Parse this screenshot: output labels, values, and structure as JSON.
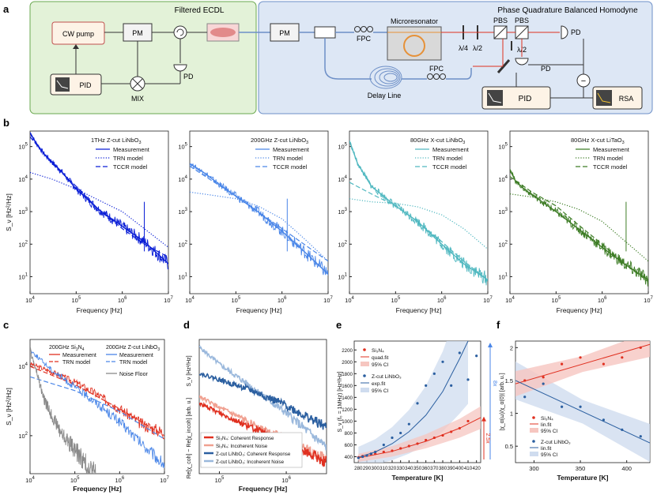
{
  "panel_labels": {
    "a": "a",
    "b": "b",
    "c": "c",
    "d": "d",
    "e": "e",
    "f": "f"
  },
  "schematic": {
    "left_box_title": "Filtered ECDL",
    "right_box_title": "Phase Quadrature Balanced Homodyne",
    "cw_pump": "CW pump",
    "pm1": "PM",
    "pm2": "PM",
    "pid1": "PID",
    "pid2": "PID",
    "mix": "MIX",
    "pd1": "PD",
    "pd2": "PD",
    "pd3": "PD",
    "fpc1": "FPC",
    "fpc2": "FPC",
    "microresonator": "Microresonator",
    "delay_line": "Delay Line",
    "qwp": "λ/4",
    "hwp1": "λ/2",
    "hwp2": "λ/2",
    "pbs1": "PBS",
    "pbs2": "PBS",
    "rsa": "RSA",
    "minus": "−"
  },
  "chart_data": [
    {
      "id": "b1",
      "type": "line",
      "title": "1THz Z-cut LiNbO",
      "title_sub": "3",
      "xlabel": "Frequency [Hz]",
      "ylabel": "S_ν [Hz²/Hz]",
      "xscale": "log",
      "yscale": "log",
      "xlim": [
        10000.0,
        10000000.0
      ],
      "ylim": [
        3,
        300000.0
      ],
      "xticks": [
        10000.0,
        100000.0,
        1000000.0,
        10000000.0
      ],
      "yticks": [
        10.0,
        100.0,
        1000.0,
        10000.0,
        100000.0
      ],
      "legend": [
        "Measurement",
        "TRN model",
        "TCCR model"
      ],
      "color": "#0b1fd6",
      "series": [
        {
          "name": "Measurement",
          "style": "solid",
          "x": [
            10000.0,
            13000.0,
            20000.0,
            50000.0,
            100000.0,
            300000.0,
            1000000.0,
            3000000.0,
            10000000.0
          ],
          "y": [
            270000.0,
            140000.0,
            60000.0,
            16000.0,
            5000.0,
            1200.0,
            350.0,
            120.0,
            25
          ]
        },
        {
          "name": "TRN model",
          "style": "dotted",
          "x": [
            10000.0,
            30000.0,
            100000.0,
            300000.0,
            1000000.0,
            3000000.0,
            10000000.0
          ],
          "y": [
            16000.0,
            10000.0,
            5000.0,
            2300.0,
            1000.0,
            300.0,
            80
          ]
        },
        {
          "name": "TCCR model",
          "style": "dashed",
          "x": [
            10000.0,
            30000.0,
            100000.0,
            300000.0,
            1000000.0,
            3000000.0,
            10000000.0
          ],
          "y": [
            200000.0,
            30000.0,
            6000.0,
            1200.0,
            300.0,
            100.0,
            40
          ]
        }
      ],
      "spike_x": 3000000.0
    },
    {
      "id": "b2",
      "type": "line",
      "title": "200GHz Z-cut LiNbO",
      "title_sub": "3",
      "xscale": "log",
      "yscale": "log",
      "xlim": [
        10000.0,
        10000000.0
      ],
      "ylim": [
        3,
        300000.0
      ],
      "xticks": [
        10000.0,
        100000.0,
        1000000.0,
        10000000.0
      ],
      "yticks": [
        10.0,
        100.0,
        1000.0,
        10000.0,
        100000.0
      ],
      "xlabel": "Frequency [Hz]",
      "legend": [
        "Measurement",
        "TRN model",
        "TCCR model"
      ],
      "color": "#4a86e8",
      "series": [
        {
          "name": "Measurement",
          "style": "solid",
          "x": [
            10000.0,
            20000.0,
            50000.0,
            100000.0,
            300000.0,
            1000000.0,
            3000000.0,
            10000000.0
          ],
          "y": [
            30000.0,
            16000.0,
            6000.0,
            3000.0,
            1000.0,
            250.0,
            60,
            12
          ]
        },
        {
          "name": "TRN model",
          "style": "dotted",
          "x": [
            10000.0,
            30000.0,
            100000.0,
            300000.0,
            1000000.0,
            3000000.0,
            10000000.0
          ],
          "y": [
            4000.0,
            3200.0,
            2500.0,
            1500.0,
            600.0,
            150.0,
            30
          ]
        },
        {
          "name": "TCCR model",
          "style": "dashed",
          "x": [
            10000.0,
            30000.0,
            100000.0,
            300000.0,
            1000000.0,
            3000000.0,
            10000000.0
          ],
          "y": [
            25000.0,
            9000.0,
            3000.0,
            1000.0,
            300.0,
            100.0,
            30
          ]
        }
      ],
      "spike_x": 1300000.0
    },
    {
      "id": "b3",
      "type": "line",
      "title": "80GHz X-cut LiNbO",
      "title_sub": "3",
      "xscale": "log",
      "yscale": "log",
      "xlim": [
        10000.0,
        10000000.0
      ],
      "ylim": [
        3,
        300000.0
      ],
      "xticks": [
        10000.0,
        100000.0,
        1000000.0,
        10000000.0
      ],
      "yticks": [
        10.0,
        100.0,
        1000.0,
        10000.0,
        100000.0
      ],
      "xlabel": "Frequency [Hz]",
      "legend": [
        "Measurement",
        "TRN model",
        "TCCR model"
      ],
      "color": "#50b8c0",
      "series": [
        {
          "name": "Measurement",
          "style": "solid",
          "x": [
            10000.0,
            15000.0,
            30000.0,
            100000.0,
            300000.0,
            1000000.0,
            3000000.0,
            10000000.0
          ],
          "y": [
            150000.0,
            30000.0,
            6000.0,
            1500.0,
            500.0,
            100.0,
            25,
            8
          ]
        },
        {
          "name": "TRN model",
          "style": "dotted",
          "x": [
            10000.0,
            30000.0,
            100000.0,
            300000.0,
            1000000.0,
            3000000.0,
            10000000.0
          ],
          "y": [
            2500.0,
            2000.0,
            1800.0,
            1400.0,
            800.0,
            300.0,
            70
          ]
        },
        {
          "name": "TCCR model",
          "style": "dashed",
          "x": [
            10000.0,
            30000.0,
            100000.0,
            300000.0,
            1000000.0,
            3000000.0,
            10000000.0
          ],
          "y": [
            8000.0,
            3500.0,
            1500.0,
            500.0,
            120.0,
            30,
            8
          ]
        }
      ]
    },
    {
      "id": "b4",
      "type": "line",
      "title": "80GHz X-cut LiTaO",
      "title_sub": "3",
      "xscale": "log",
      "yscale": "log",
      "xlim": [
        10000.0,
        10000000.0
      ],
      "ylim": [
        3,
        300000.0
      ],
      "xticks": [
        10000.0,
        100000.0,
        1000000.0,
        10000000.0
      ],
      "yticks": [
        10.0,
        100.0,
        1000.0,
        10000.0,
        100000.0
      ],
      "xlabel": "Frequency [Hz]",
      "legend": [
        "Measurement",
        "TRN model",
        "TCCR model"
      ],
      "color": "#3e7d26",
      "series": [
        {
          "name": "Measurement",
          "style": "solid",
          "x": [
            10000.0,
            13000.0,
            20000.0,
            50000.0,
            100000.0,
            300000.0,
            1000000.0,
            3000000.0,
            10000000.0
          ],
          "y": [
            20000.0,
            9000.0,
            5000.0,
            2000.0,
            1000.0,
            300.0,
            80,
            25,
            8
          ]
        },
        {
          "name": "TRN model",
          "style": "dotted",
          "x": [
            10000.0,
            30000.0,
            100000.0,
            300000.0,
            1000000.0,
            3000000.0,
            10000000.0
          ],
          "y": [
            3500.0,
            2800.0,
            2000.0,
            1200.0,
            500.0,
            130.0,
            30
          ]
        },
        {
          "name": "TCCR model",
          "style": "dashed",
          "x": [
            10000.0,
            30000.0,
            100000.0,
            300000.0,
            1000000.0,
            3000000.0,
            10000000.0
          ],
          "y": [
            12000.0,
            4000.0,
            1500.0,
            400.0,
            100.0,
            25,
            7
          ]
        }
      ],
      "spike_x": 3300000.0
    },
    {
      "id": "c",
      "type": "line",
      "xlabel": "Frequency [Hz]",
      "ylabel": "S_ν [Hz²/Hz]",
      "xscale": "log",
      "yscale": "log",
      "xlim": [
        10000.0,
        10000000.0
      ],
      "ylim": [
        8,
        60000.0
      ],
      "xticks": [
        10000.0,
        100000.0,
        1000000.0,
        10000000.0
      ],
      "yticks": [
        100.0,
        10000.0
      ],
      "legend_groups": [
        {
          "title": "200GHz Si",
          "sub": "3",
          "title2": "N",
          "sub2": "4",
          "items": [
            "Measurement",
            "TRN model"
          ],
          "color": "#e03020"
        },
        {
          "title": "200GHz Z-cut LiNbO",
          "sub": "3",
          "items": [
            "Measurement",
            "TRN model"
          ],
          "color": "#4a86e8"
        }
      ],
      "noise_label": "Noise Floor",
      "series": [
        {
          "name": "Si3N4 Measurement",
          "style": "solid",
          "color": "#e03020",
          "x": [
            10000.0,
            30000.0,
            100000.0,
            300000.0,
            1000000.0,
            3000000.0,
            10000000.0
          ],
          "y": [
            12000.0,
            7000.0,
            3500.0,
            1600.0,
            600.0,
            220.0,
            120.0
          ]
        },
        {
          "name": "Si3N4 TRN model",
          "style": "dashed",
          "color": "#e03020",
          "x": [
            10000.0,
            100000.0,
            1000000.0,
            10000000.0
          ],
          "y": [
            10000.0,
            3000.0,
            600.0,
            100.0
          ]
        },
        {
          "name": "LiNbO3 Measurement",
          "style": "solid",
          "color": "#4a86e8",
          "x": [
            10000.0,
            30000.0,
            100000.0,
            300000.0,
            1000000.0,
            3000000.0,
            10000000.0
          ],
          "y": [
            30000.0,
            8000.0,
            2500.0,
            900.0,
            250.0,
            60,
            14
          ]
        },
        {
          "name": "LiNbO3 TRN model",
          "style": "dashed",
          "color": "#4a86e8",
          "x": [
            10000.0,
            100000.0,
            1000000.0,
            10000000.0
          ],
          "y": [
            5000.0,
            2000.0,
            500.0,
            80.0
          ]
        },
        {
          "name": "Noise Floor",
          "style": "solid",
          "color": "#8a8a8a",
          "x": [
            10000.0,
            15000.0,
            20000.0,
            30000.0,
            50000.0,
            100000.0,
            150000.0,
            200000.0,
            300000.0
          ],
          "y": [
            30000.0,
            5000.0,
            1200.0,
            400.0,
            120.0,
            40,
            20,
            12,
            8
          ]
        }
      ]
    },
    {
      "id": "d",
      "type": "line",
      "xlabel": "Frequency [Hz]",
      "ylabel_top": "S_ν [Hz²/Hz]",
      "ylabel_bottom": "Re[χ_coh] ~ Re[χ_incoh] [arb. u.]",
      "xscale": "log",
      "yscale": "log",
      "xlim": [
        50000.0,
        4000000.0
      ],
      "xticks": [
        100000.0,
        1000000.0
      ],
      "legend": [
        {
          "label": "Si₃N₄: Coherent Response",
          "color": "#e03020",
          "style": "solid"
        },
        {
          "label": "Si₃N₄: Incoherent Noise",
          "color": "#f0a090",
          "style": "solid"
        },
        {
          "label": "Z-cut LiNbO₃: Coherent Response",
          "color": "#2b5fa0",
          "style": "solid"
        },
        {
          "label": "Z-cut LiNbO₃: Incoherent Noise",
          "color": "#9ab8dc",
          "style": "solid"
        }
      ],
      "series": [
        {
          "name": "LiNbO3 Incoherent",
          "color": "#9ab8dc",
          "x": [
            50000.0,
            100000.0,
            300000.0,
            1000000.0,
            4000000.0
          ],
          "y": [
            100,
            55,
            25,
            10,
            3
          ]
        },
        {
          "name": "LiNbO3 Coherent",
          "color": "#2b5fa0",
          "x": [
            50000.0,
            100000.0,
            300000.0,
            1000000.0,
            4000000.0
          ],
          "y": [
            40,
            32,
            22,
            13,
            6
          ]
        },
        {
          "name": "Si3N4 Incoherent",
          "color": "#f0a090",
          "x": [
            50000.0,
            100000.0,
            300000.0,
            1000000.0,
            4000000.0
          ],
          "y": [
            18,
            12,
            7,
            4,
            2
          ]
        },
        {
          "name": "Si3N4 Coherent",
          "color": "#e03020",
          "x": [
            50000.0,
            100000.0,
            300000.0,
            1000000.0,
            4000000.0
          ],
          "y": [
            14,
            10,
            6,
            3.5,
            1.8
          ]
        }
      ]
    },
    {
      "id": "e",
      "type": "scatter",
      "xlabel": "Temperature [K]",
      "ylabel": "S_ν (f₀ = 1MHz) [Hz²/Hz]",
      "xlim": [
        275,
        425
      ],
      "ylim": [
        300,
        2350
      ],
      "xticks": [
        280,
        290,
        300,
        310,
        320,
        330,
        340,
        350,
        360,
        370,
        380,
        390,
        400,
        410,
        420
      ],
      "yticks": [
        400,
        600,
        800,
        1000,
        1200,
        1400,
        1600,
        1800,
        2000,
        2200
      ],
      "legend": [
        {
          "label": "Si₃N₄",
          "kind": "dot",
          "color": "#e03020"
        },
        {
          "label": "quad.fit",
          "kind": "line",
          "color": "#e03020"
        },
        {
          "label": "95% CI",
          "kind": "band",
          "color": "#f6c6c0"
        },
        {
          "label": "Z-cut LiNbO₃",
          "kind": "dot",
          "color": "#2b5fa0"
        },
        {
          "label": "exp.fit",
          "kind": "line",
          "color": "#2b5fa0"
        },
        {
          "label": "95% CI",
          "kind": "band",
          "color": "#cfdcef"
        }
      ],
      "annotations": [
        "8x",
        "2.5x"
      ],
      "series": [
        {
          "name": "Si3N4",
          "color": "#e03020",
          "x": [
            280,
            285,
            290,
            295,
            300,
            310,
            320,
            330,
            340,
            350,
            360,
            370,
            380,
            390,
            400,
            410
          ],
          "y": [
            390,
            410,
            420,
            440,
            450,
            480,
            500,
            540,
            580,
            620,
            680,
            720,
            760,
            820,
            880,
            1000
          ]
        },
        {
          "name": "LiNbO3",
          "color": "#2b5fa0",
          "x": [
            280,
            285,
            290,
            295,
            300,
            310,
            320,
            330,
            340,
            350,
            360,
            370,
            380,
            390,
            400,
            410,
            420
          ],
          "y": [
            380,
            400,
            420,
            450,
            480,
            600,
            720,
            800,
            950,
            1300,
            1600,
            1800,
            2000,
            1600,
            2150,
            1700,
            2100
          ]
        }
      ],
      "fits": [
        {
          "name": "quad.fit",
          "color": "#e03020",
          "x": [
            280,
            320,
            360,
            400,
            425
          ],
          "y": [
            380,
            490,
            660,
            880,
            1060
          ]
        },
        {
          "name": "exp.fit",
          "color": "#2b5fa0",
          "x": [
            280,
            300,
            320,
            340,
            360,
            380,
            400,
            410
          ],
          "y": [
            390,
            480,
            620,
            820,
            1100,
            1500,
            2050,
            2350
          ]
        }
      ]
    },
    {
      "id": "f",
      "type": "scatter",
      "xlabel": "Temperature [K]",
      "ylabel": "|χ_α(ω)/χ_α(0)| [arb. u.]",
      "xlim": [
        280,
        425
      ],
      "ylim": [
        0.25,
        2.1
      ],
      "xticks": [
        300,
        350,
        400
      ],
      "yticks": [
        0.5,
        1.0,
        1.5,
        2.0
      ],
      "legend": [
        {
          "label": "Si₃N₄",
          "kind": "dot",
          "color": "#e03020"
        },
        {
          "label": "lin.fit",
          "kind": "line",
          "color": "#e03020"
        },
        {
          "label": "95% CI",
          "kind": "band",
          "color": "#f6c6c0"
        },
        {
          "label": "Z-cut LiNbO₃",
          "kind": "dot",
          "color": "#2b5fa0"
        },
        {
          "label": "lin.fit",
          "kind": "line",
          "color": "#2b5fa0"
        },
        {
          "label": "95% CI",
          "kind": "band",
          "color": "#cfdcef"
        }
      ],
      "series": [
        {
          "name": "Si3N4",
          "color": "#e03020",
          "x": [
            290,
            310,
            330,
            350,
            375,
            395,
            415
          ],
          "y": [
            1.5,
            1.55,
            1.75,
            1.85,
            1.75,
            1.85,
            2.0
          ]
        },
        {
          "name": "LiNbO3",
          "color": "#2b5fa0",
          "x": [
            290,
            310,
            330,
            350,
            375,
            395,
            415
          ],
          "y": [
            1.25,
            1.45,
            1.1,
            1.1,
            0.9,
            0.75,
            0.65
          ]
        }
      ],
      "fits": [
        {
          "name": "lin.fit Si3N4",
          "color": "#e03020",
          "x": [
            280,
            425
          ],
          "y": [
            1.45,
            2.05
          ]
        },
        {
          "name": "lin.fit LiNbO3",
          "color": "#2b5fa0",
          "x": [
            280,
            425
          ],
          "y": [
            1.5,
            0.55
          ]
        }
      ]
    }
  ]
}
